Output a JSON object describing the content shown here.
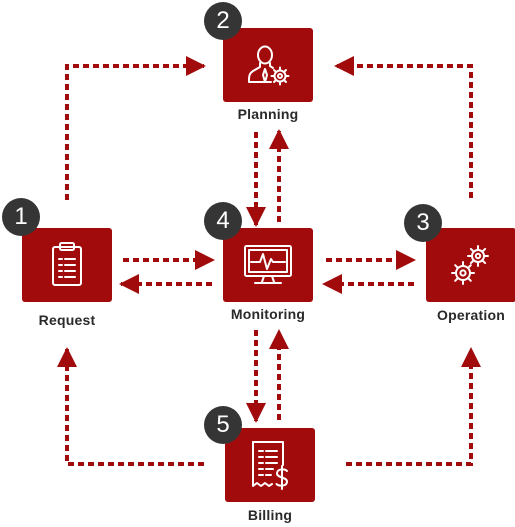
{
  "colors": {
    "accent": "#a20b0b",
    "badge": "#353535",
    "label": "#2a2a2a"
  },
  "nodes": [
    {
      "id": "request",
      "number": "1",
      "label": "Request",
      "icon": "clipboard-icon"
    },
    {
      "id": "planning",
      "number": "2",
      "label": "Planning",
      "icon": "user-gear-icon"
    },
    {
      "id": "operation",
      "number": "3",
      "label": "Operation",
      "icon": "gears-icon"
    },
    {
      "id": "monitoring",
      "number": "4",
      "label": "Monitoring",
      "icon": "monitor-pulse-icon"
    },
    {
      "id": "billing",
      "number": "5",
      "label": "Billing",
      "icon": "invoice-dollar-icon"
    }
  ],
  "flows": [
    {
      "from": "Request",
      "to": "Planning"
    },
    {
      "from": "Operation",
      "to": "Planning"
    },
    {
      "from": "Planning",
      "to": "Monitoring"
    },
    {
      "from": "Monitoring",
      "to": "Planning"
    },
    {
      "from": "Request",
      "to": "Monitoring"
    },
    {
      "from": "Monitoring",
      "to": "Request"
    },
    {
      "from": "Monitoring",
      "to": "Operation"
    },
    {
      "from": "Operation",
      "to": "Monitoring"
    },
    {
      "from": "Monitoring",
      "to": "Billing"
    },
    {
      "from": "Billing",
      "to": "Monitoring"
    },
    {
      "from": "Billing",
      "to": "Request"
    },
    {
      "from": "Billing",
      "to": "Operation"
    }
  ]
}
